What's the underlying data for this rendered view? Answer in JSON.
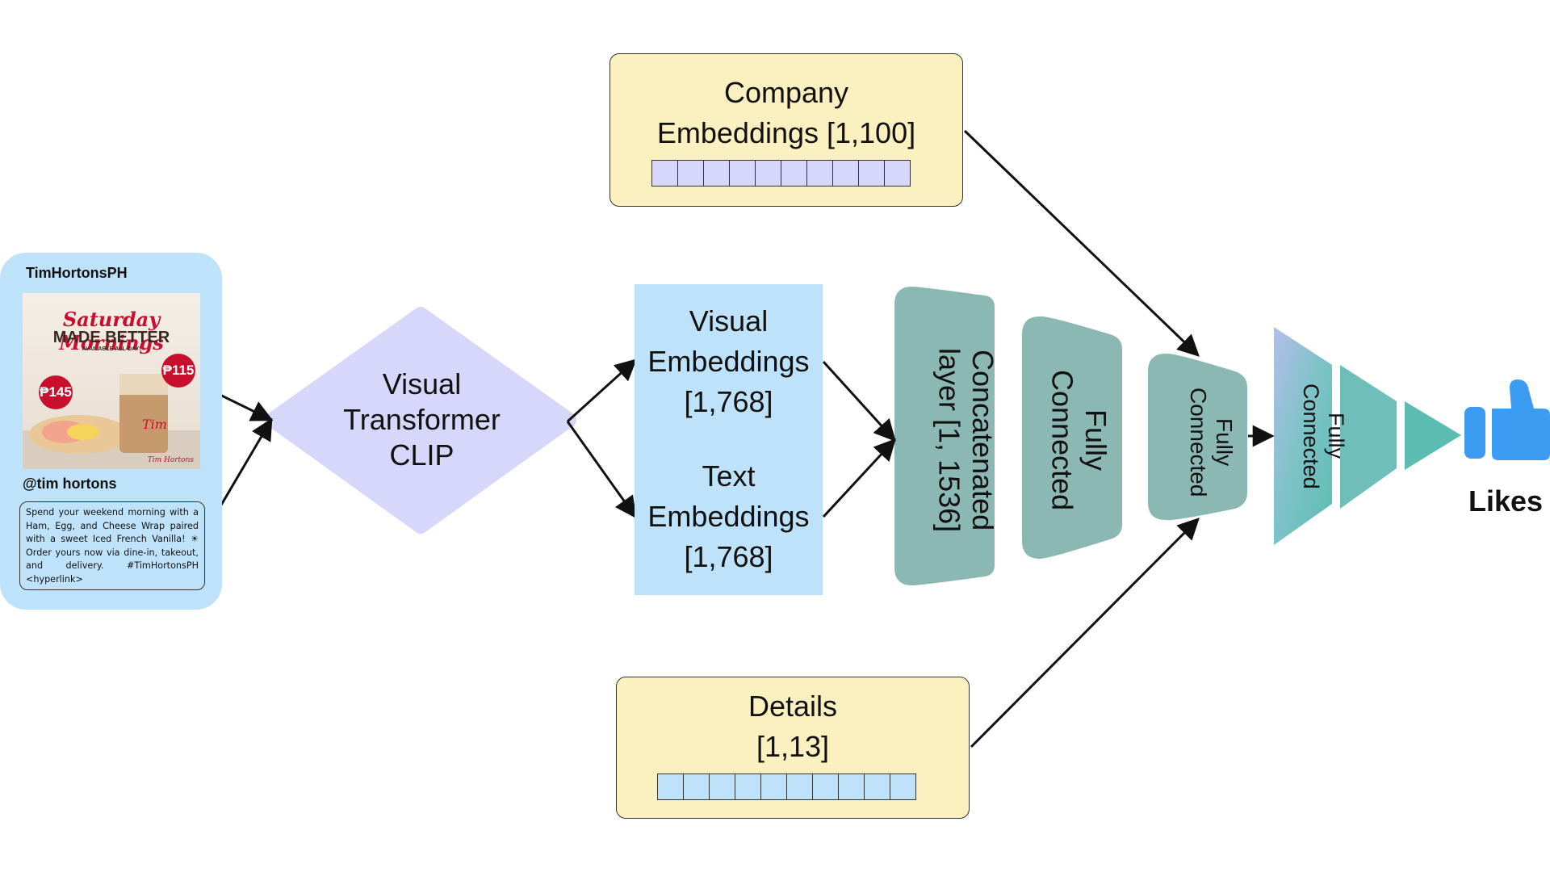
{
  "post": {
    "account": "TimHortonsPH",
    "image": {
      "title": "Saturday Mornings",
      "subtitle": "MADE BETTER",
      "tagline": "AVAILABLE ALL-DAY!",
      "price_left": "₱145",
      "price_right": "₱115",
      "brand": "Tim Hortons"
    },
    "handle": "@tim hortons",
    "caption": "Spend your weekend morning with a Ham, Egg, and Cheese Wrap paired with a sweet Iced French Vanilla! ☀ Order yours now via dine-in, takeout, and delivery. #TimHortonsPH <hyperlink>"
  },
  "clip": {
    "line1": "Visual",
    "line2": "Transformer",
    "line3": "CLIP"
  },
  "company": {
    "line1": "Company",
    "line2": "Embeddings [1,100]"
  },
  "visual_embeddings": {
    "line1": "Visual",
    "line2": "Embeddings",
    "line3": "[1,768]"
  },
  "text_embeddings": {
    "line1": "Text",
    "line2": "Embeddings",
    "line3": "[1,768]"
  },
  "concat": {
    "label": "Concatenated\nlayer [1, 1536]"
  },
  "fc1": {
    "label": "Fully\nConnected"
  },
  "fc2": {
    "label": "Fully\nConnected"
  },
  "fc3": {
    "label": "Fully\nConnected"
  },
  "details": {
    "line1": "Details",
    "line2": "[1,13]"
  },
  "output": {
    "label": "Likes"
  },
  "colors": {
    "post_bg": "#bfe2fb",
    "diamond": "#d6d7fb",
    "yellow_box": "#fbf1c0",
    "emb_box": "#bfe2fb",
    "teal": "#8cb8b4",
    "like_blue": "#3c9cf2"
  }
}
